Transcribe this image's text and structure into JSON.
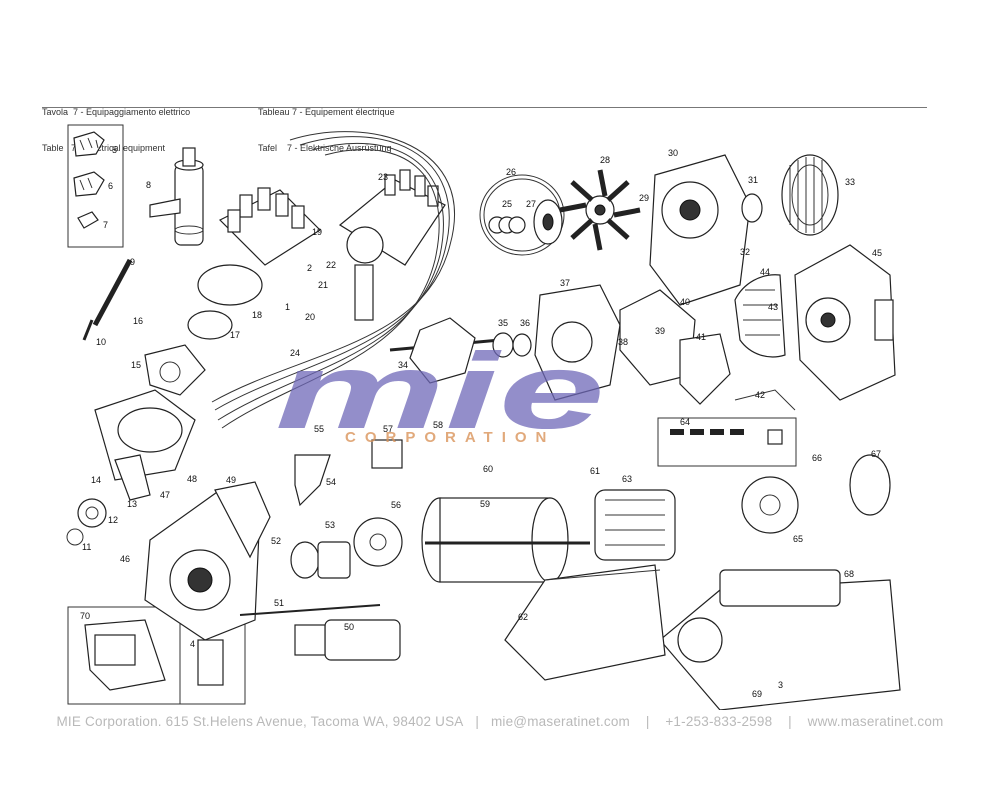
{
  "header": {
    "left_line1": "Tavola  7 - Equipaggiamento elettrico",
    "left_line2": "Table   7 - Electrical equipment",
    "right_line1": "Tableau 7 - Equipement électrique",
    "right_line2": "Tafel    7 - Elektrische Ausrüstung"
  },
  "watermark": {
    "logo_text": "mie",
    "logo_subtext": "CORPORATION",
    "color": "#6f68b8",
    "sub_color": "#d9935a"
  },
  "part_numbers": [
    "1",
    "2",
    "3",
    "4",
    "5",
    "6",
    "7",
    "8",
    "9",
    "10",
    "11",
    "12",
    "13",
    "14",
    "15",
    "16",
    "17",
    "18",
    "19",
    "20",
    "21",
    "22",
    "23",
    "24",
    "25",
    "26",
    "27",
    "28",
    "29",
    "30",
    "31",
    "32",
    "33",
    "34",
    "35",
    "36",
    "37",
    "38",
    "39",
    "40",
    "41",
    "42",
    "43",
    "44",
    "45",
    "46",
    "47",
    "48",
    "49",
    "50",
    "51",
    "52",
    "53",
    "54",
    "55",
    "56",
    "57",
    "58",
    "59",
    "60",
    "61",
    "62",
    "63",
    "64",
    "65",
    "66",
    "67",
    "68",
    "69",
    "70"
  ],
  "footer": {
    "company": "MIE Corporation. 615 St.Helens Avenue, Tacoma WA, 98402 USA",
    "email": "mie@maseratinet.com",
    "phone": "+1-253-833-2598",
    "website": "www.maseratinet.com",
    "separator": "|"
  }
}
